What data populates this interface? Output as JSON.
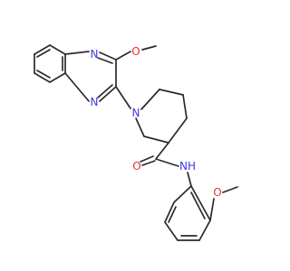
{
  "diagram": {
    "type": "chemical-structure",
    "colors": {
      "bond": "#2b2b2b",
      "nitrogen": "#3a3ae6",
      "oxygen": "#e63232",
      "background": "#ffffff"
    },
    "atom_labels": {
      "methoxy_o_top": "O",
      "quinoxaline_n_upper": "N",
      "quinoxaline_n_lower": "N",
      "piperidine_n": "N",
      "amide_o": "O",
      "amide_nh": "NH",
      "methoxy_o_bottom": "O"
    }
  }
}
